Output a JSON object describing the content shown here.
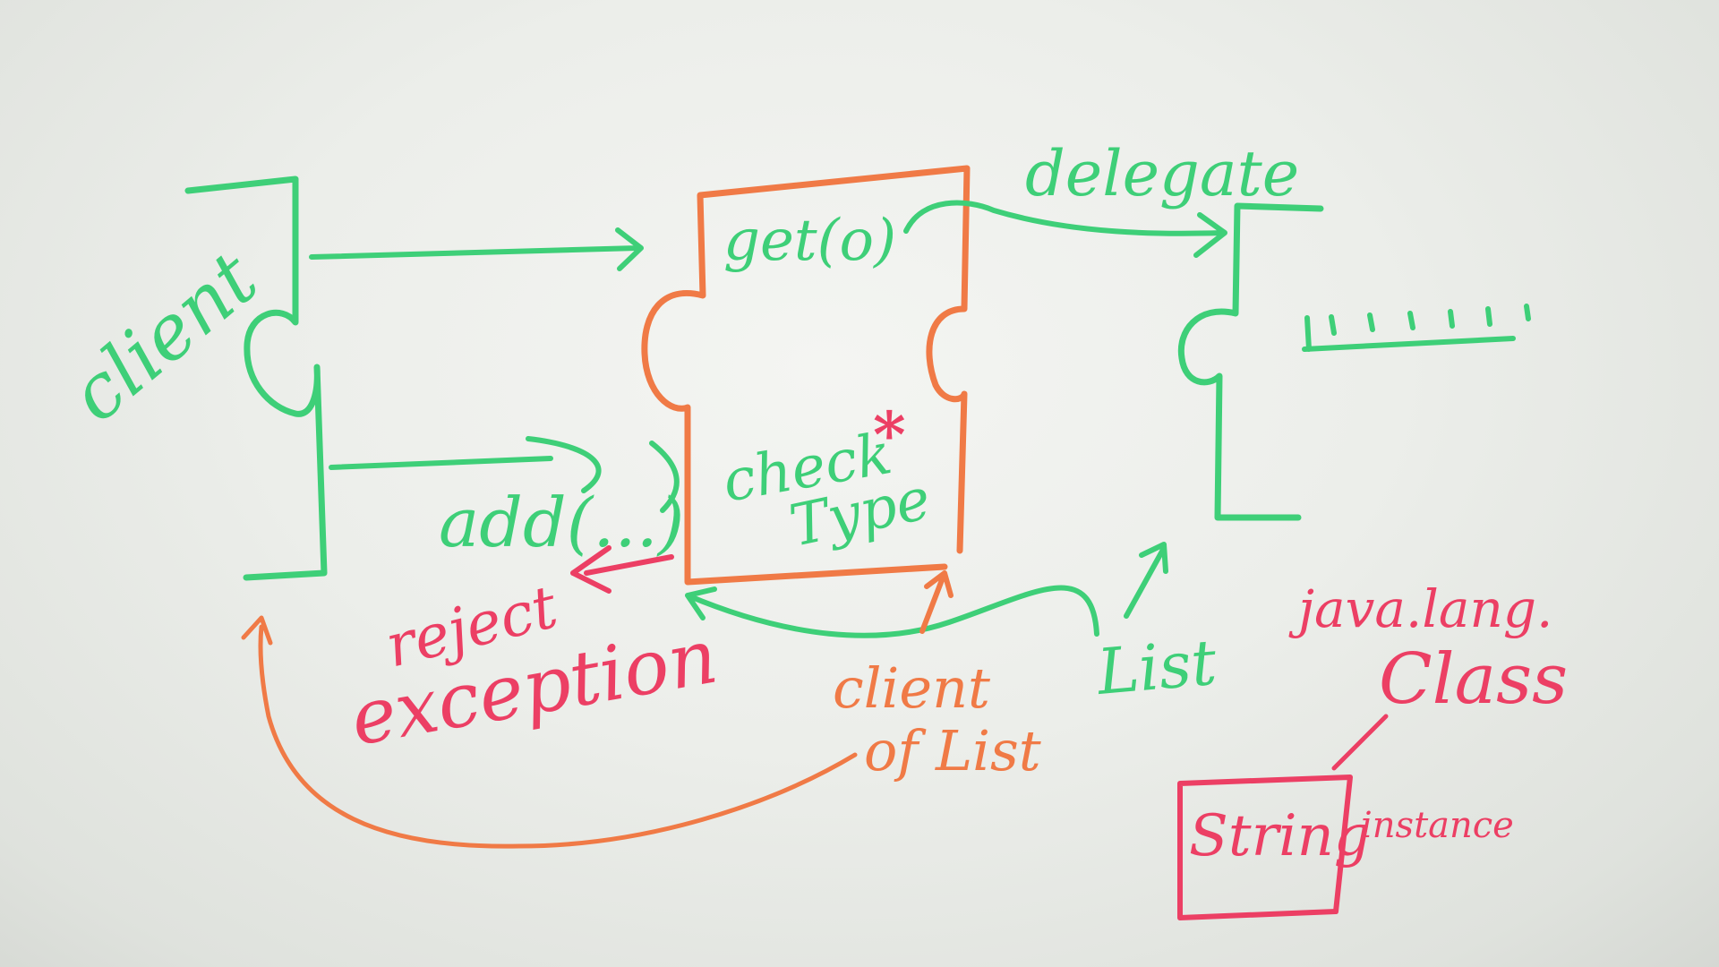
{
  "colors": {
    "green": "#3ecf78",
    "orange": "#f07a46",
    "red": "#ec3f64"
  },
  "labels": {
    "client": "client",
    "get": "get(o)",
    "delegate": "delegate",
    "add": "add(...)",
    "check": "check",
    "check_star": "*",
    "type": "Type",
    "reject": "reject",
    "exception": "exception",
    "client_of": "client",
    "of_list": "of List",
    "list": "List",
    "java_lang": "java.lang.",
    "class": "Class",
    "string": "String",
    "instance": "instance"
  }
}
